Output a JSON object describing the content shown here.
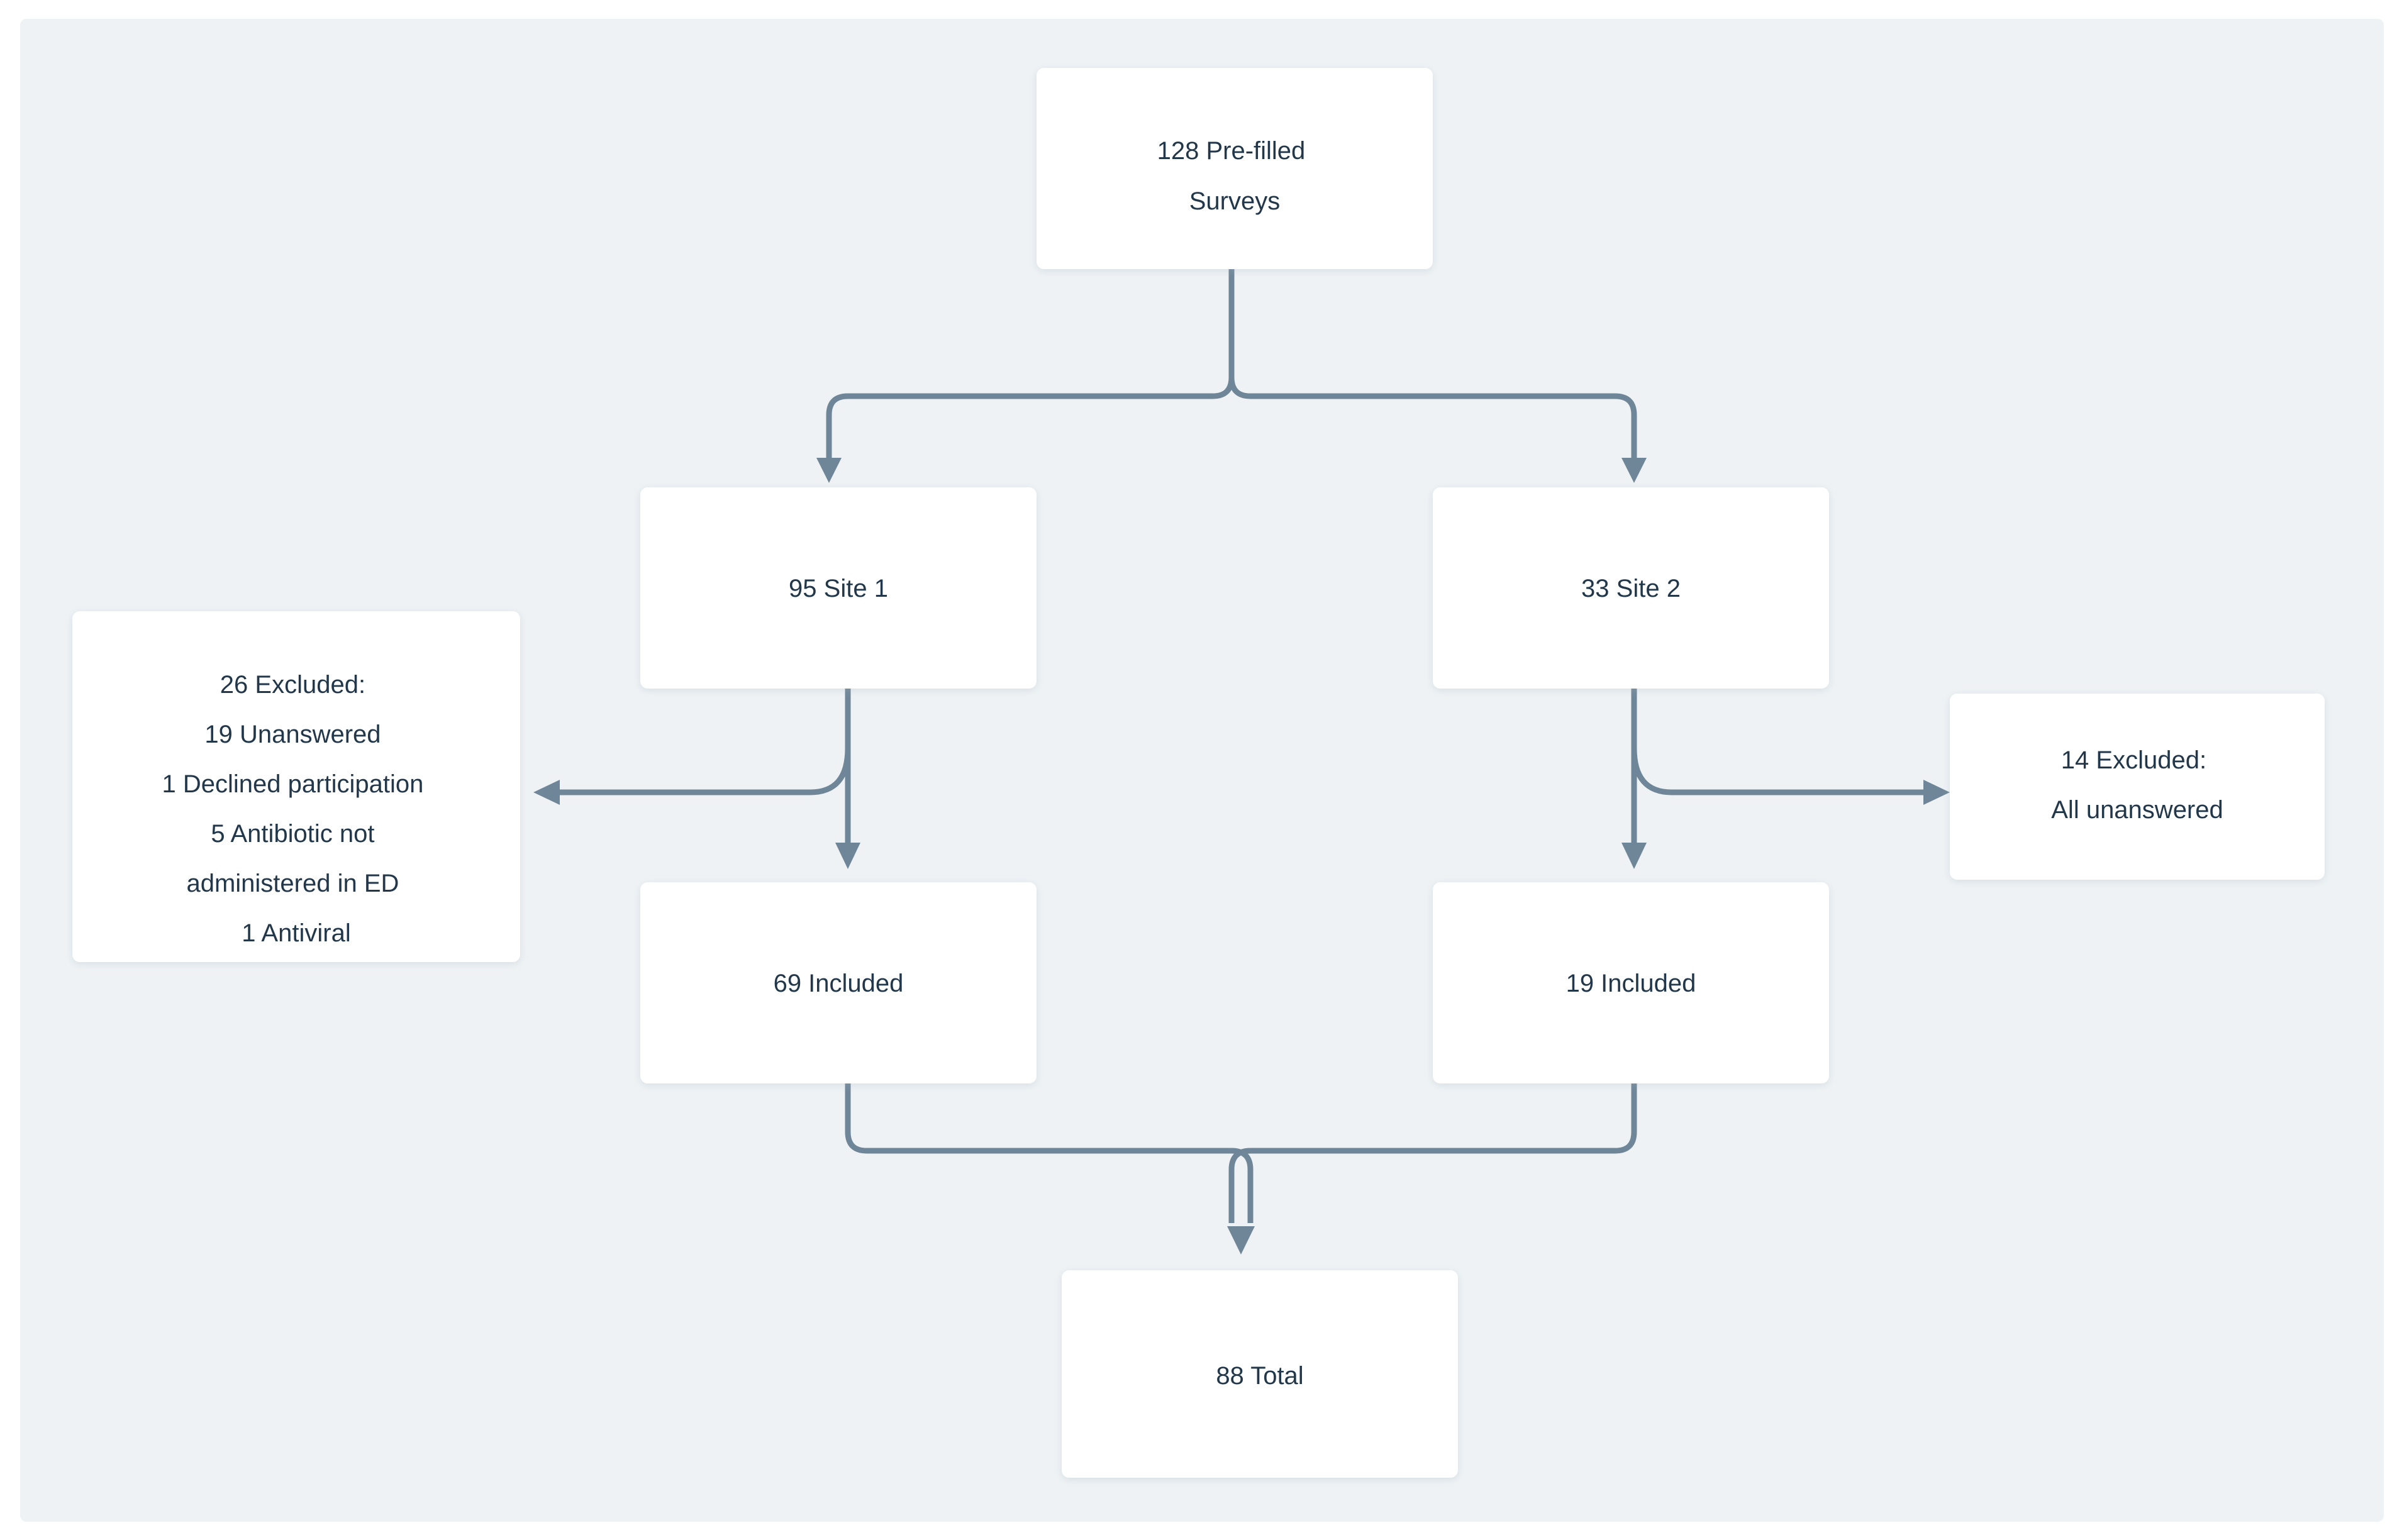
{
  "figure": {
    "type": "flowchart",
    "title_visible": false,
    "background_color": "#ffffff",
    "canvas_color": "#eef2f5",
    "box_color": "#ffffff",
    "text_color": "#22384a",
    "connector_color": "#6f8698"
  },
  "nodes": {
    "source": {
      "id": "source",
      "lines": [
        "128 Pre-filled",
        "Surveys"
      ],
      "count": 128,
      "label": "128 Pre-filled Surveys"
    },
    "site1": {
      "id": "site1",
      "lines": [
        "95 Site 1"
      ],
      "count": 95,
      "label": "95 Site 1"
    },
    "site2": {
      "id": "site2",
      "lines": [
        "33 Site 2"
      ],
      "count": 33,
      "label": "33 Site 2"
    },
    "excluded_site1": {
      "id": "excluded-site1",
      "lines": [
        "26 Excluded:",
        "19 Unanswered",
        "1 Declined participation",
        "5 Antibiotic not",
        "administered in ED",
        "1 Antiviral"
      ],
      "count": 26,
      "label": "26 Excluded"
    },
    "excluded_site2": {
      "id": "excluded-site2",
      "lines": [
        "14 Excluded:",
        "All unanswered"
      ],
      "count": 14,
      "label": "14 Excluded"
    },
    "included_site1": {
      "id": "included-site1",
      "lines": [
        "69 Included"
      ],
      "count": 69,
      "label": "69 Included"
    },
    "included_site2": {
      "id": "included-site2",
      "lines": [
        "19 Included"
      ],
      "count": 19,
      "label": "19 Included"
    },
    "total": {
      "id": "total",
      "lines": [
        "88 Total"
      ],
      "count": 88,
      "label": "88 Total"
    }
  },
  "chart_data": {
    "type": "diagram",
    "diagram_kind": "participant-flow-flowchart",
    "nodes": [
      {
        "id": "source",
        "text": "128 Pre-filled Surveys",
        "value": 128,
        "level": 0
      },
      {
        "id": "site1",
        "text": "95 Site 1",
        "value": 95,
        "level": 1
      },
      {
        "id": "site2",
        "text": "33 Site 2",
        "value": 33,
        "level": 1
      },
      {
        "id": "excluded-site1",
        "text": "26 Excluded: 19 Unanswered, 1 Declined participation, 5 Antibiotic not administered in ED, 1 Antiviral",
        "value": 26,
        "level": 2
      },
      {
        "id": "excluded-site2",
        "text": "14 Excluded: All unanswered",
        "value": 14,
        "level": 2
      },
      {
        "id": "included-site1",
        "text": "69 Included",
        "value": 69,
        "level": 2
      },
      {
        "id": "included-site2",
        "text": "19 Included",
        "value": 19,
        "level": 2
      },
      {
        "id": "total",
        "text": "88 Total",
        "value": 88,
        "level": 3
      }
    ],
    "edges": [
      {
        "from": "source",
        "to": "site1",
        "direction": "down"
      },
      {
        "from": "source",
        "to": "site2",
        "direction": "down"
      },
      {
        "from": "site1",
        "to": "excluded-site1",
        "direction": "left"
      },
      {
        "from": "site1",
        "to": "included-site1",
        "direction": "down"
      },
      {
        "from": "site2",
        "to": "excluded-site2",
        "direction": "right"
      },
      {
        "from": "site2",
        "to": "included-site2",
        "direction": "down"
      },
      {
        "from": "included-site1",
        "to": "total",
        "direction": "down"
      },
      {
        "from": "included-site2",
        "to": "total",
        "direction": "down"
      }
    ],
    "exclusion_breakdown_site1": [
      {
        "reason": "Unanswered",
        "count": 19
      },
      {
        "reason": "Declined participation",
        "count": 1
      },
      {
        "reason": "Antibiotic not administered in ED",
        "count": 5
      },
      {
        "reason": "Antiviral",
        "count": 1
      }
    ],
    "exclusion_breakdown_site2": [
      {
        "reason": "All unanswered",
        "count": 14
      }
    ]
  }
}
